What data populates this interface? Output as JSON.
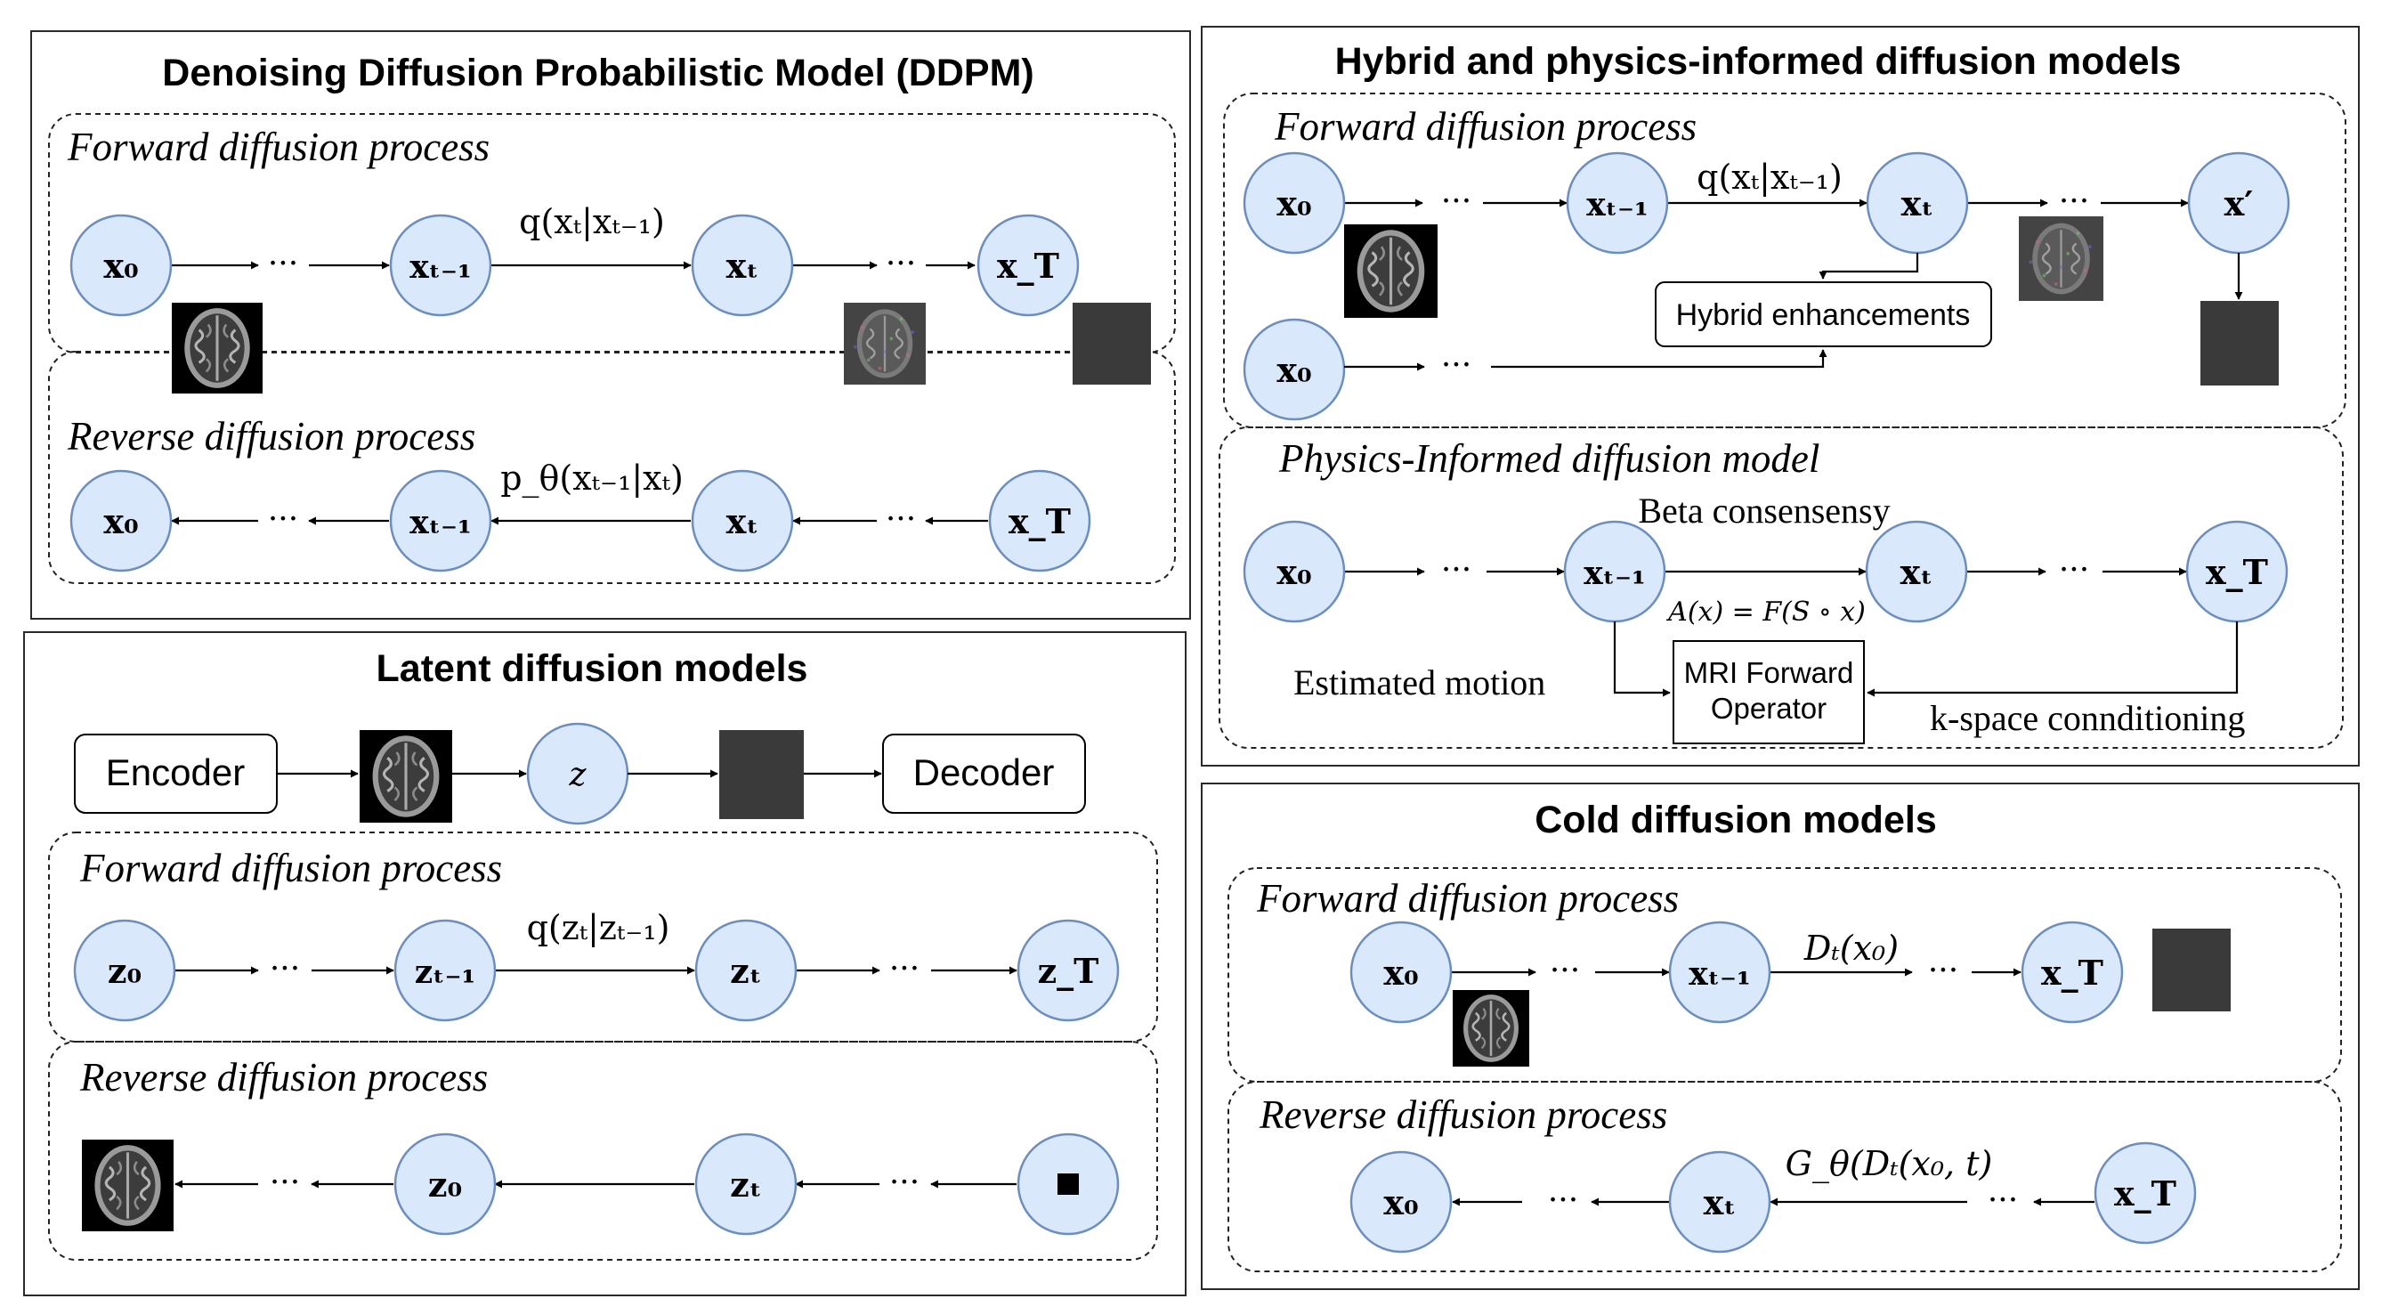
{
  "panels": {
    "ddpm": {
      "title": "Denoising Diffusion Probabilistic Model (DDPM)",
      "forward_label": "Forward diffusion process",
      "reverse_label": "Reverse diffusion process",
      "forward_nodes": [
        "x₀",
        "xₜ₋₁",
        "xₜ",
        "x_T"
      ],
      "reverse_nodes": [
        "x₀",
        "xₜ₋₁",
        "xₜ",
        "x_T"
      ],
      "q_label": "q(xₜ|xₜ₋₁)",
      "p_label": "p_θ(xₜ₋₁|xₜ)",
      "dots": "···"
    },
    "hybrid": {
      "title": "Hybrid and physics-informed diffusion models",
      "forward_label": "Forward diffusion process",
      "forward_nodes": [
        "x₀",
        "xₜ₋₁",
        "xₜ",
        "x′"
      ],
      "second_node": "x₀",
      "q_label": "q(xₜ|xₜ₋₁)",
      "enhance_box": "Hybrid enhancements",
      "physics_label": "Physics-Informed diffusion model",
      "beta_label": "Beta consensensy",
      "physics_nodes": [
        "x₀",
        "xₜ₋₁",
        "xₜ",
        "x_T"
      ],
      "equation": "A(x) = F(S ∘ x)",
      "mri_box_line1": "MRI Forward",
      "mri_box_line2": "Operator",
      "motion_label": "Estimated motion",
      "kspace_label": "k-space connditioning",
      "dots": "···"
    },
    "latent": {
      "title": "Latent diffusion models",
      "encoder": "Encoder",
      "decoder": "Decoder",
      "z_node": "z",
      "forward_label": "Forward diffusion process",
      "reverse_label": "Reverse diffusion process",
      "forward_nodes": [
        "z₀",
        "zₜ₋₁",
        "zₜ",
        "z_T"
      ],
      "reverse_nodes": [
        "z₀",
        "zₜ"
      ],
      "q_label": "q(zₜ|zₜ₋₁)",
      "dots": "···"
    },
    "cold": {
      "title": "Cold diffusion models",
      "forward_label": "Forward diffusion process",
      "reverse_label": "Reverse diffusion process",
      "forward_nodes": [
        "x₀",
        "xₜ₋₁",
        "x_T"
      ],
      "reverse_nodes": [
        "x₀",
        "xₜ",
        "x_T"
      ],
      "d_label": "Dₜ(x₀)",
      "g_label": "G_θ(Dₜ(x₀, t)",
      "dots": "···"
    }
  },
  "colors": {
    "node_fill": "#dae8fc",
    "node_stroke": "#6c8ebf"
  }
}
